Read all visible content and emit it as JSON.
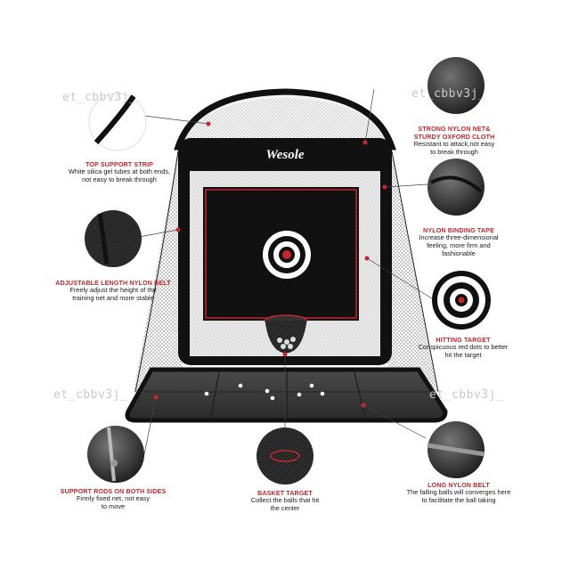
{
  "brand": "Wesole",
  "watermark": "et_cbbv3j_",
  "accent_color": "#c0282e",
  "features": [
    {
      "title": "TOP SUPPORT STRIP",
      "desc1": "White silica gel tubes at both ends,",
      "desc2": "not easy to break through",
      "desc3": ""
    },
    {
      "title": "STRONG NYLON NET&",
      "title2": "STURDY OXFORD CLOTH",
      "desc1": "Resistant to attack,not easy",
      "desc2": "to break through",
      "desc3": ""
    },
    {
      "title": "NYLON BINDING TAPE",
      "desc1": "Increase three-dimensional",
      "desc2": "feeling, more firm and",
      "desc3": "fashionable"
    },
    {
      "title": "ADJUSTABLE LENGTH NYLON BELT",
      "desc1": "Freely adjust the height of the",
      "desc2": "training net and more stable",
      "desc3": ""
    },
    {
      "title": "HITTING TARGET",
      "desc1": "Conspicuous red dots to better",
      "desc2": "hit the target",
      "desc3": ""
    },
    {
      "title": "SUPPORT RODS ON BOTH SIDES",
      "desc1": "Firmly fixed net, not easy",
      "desc2": "to move",
      "desc3": ""
    },
    {
      "title": "BASKET TARGET",
      "desc1": "Collect the balls that hit",
      "desc2": "the center",
      "desc3": ""
    },
    {
      "title": "LONG NYLON BELT",
      "desc1": "The falling balls will converges here",
      "desc2": "to facilitate the ball taking",
      "desc3": ""
    }
  ]
}
